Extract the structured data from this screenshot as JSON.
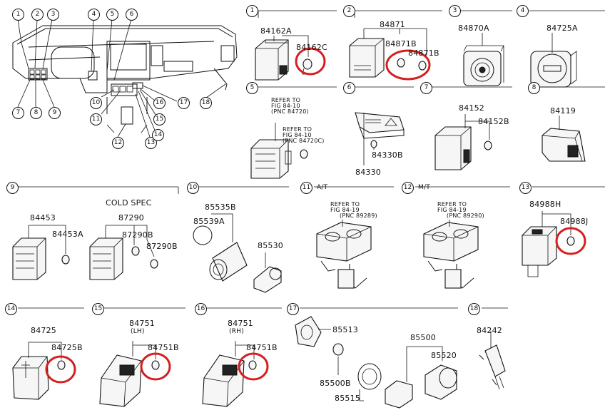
{
  "overview": {
    "callouts": [
      "1",
      "2",
      "3",
      "4",
      "5",
      "6",
      "7",
      "8",
      "9",
      "10",
      "11",
      "12",
      "13",
      "14",
      "15",
      "16",
      "17",
      "18"
    ]
  },
  "sections": [
    {
      "no": "1",
      "parts": [
        "84162A",
        "84162C"
      ]
    },
    {
      "no": "2",
      "parts": [
        "84871",
        "84871B",
        "84871B"
      ]
    },
    {
      "no": "3",
      "parts": [
        "84870A"
      ]
    },
    {
      "no": "4",
      "parts": [
        "84725A"
      ]
    },
    {
      "no": "5",
      "ref": [
        "REFER TO",
        "FIG 84-10",
        "(PNC 84720)",
        "REFER TO",
        "FIG 84-10",
        "(PNC 84720C)"
      ]
    },
    {
      "no": "6",
      "parts": [
        "84330B",
        "84330"
      ]
    },
    {
      "no": "7",
      "parts": [
        "84152",
        "84152B"
      ]
    },
    {
      "no": "8",
      "parts": [
        "84119"
      ]
    },
    {
      "no": "9",
      "parts": [
        "84453",
        "84453A",
        "87290",
        "87290B",
        "87290B"
      ],
      "note": "COLD SPEC"
    },
    {
      "no": "10",
      "parts": [
        "85535B",
        "85539A",
        "85530"
      ]
    },
    {
      "no": "11",
      "note": "A/T",
      "ref": [
        "REFER TO",
        "FIG 84-19",
        "(PNC 89289)"
      ]
    },
    {
      "no": "12",
      "note": "M/T",
      "ref": [
        "REFER TO",
        "FIG 84-19",
        "(PNC 89290)"
      ]
    },
    {
      "no": "13",
      "parts": [
        "84988H",
        "84988J"
      ]
    },
    {
      "no": "14",
      "parts": [
        "84725",
        "84725B"
      ]
    },
    {
      "no": "15",
      "parts": [
        "84751",
        "(LH)",
        "84751B"
      ]
    },
    {
      "no": "16",
      "parts": [
        "84751",
        "(RH)",
        "84751B"
      ]
    },
    {
      "no": "17",
      "parts": [
        "85513",
        "85500",
        "85520",
        "85500B",
        "85515"
      ]
    },
    {
      "no": "18",
      "parts": [
        "84242"
      ]
    }
  ],
  "highlight_color": "#d61f1f"
}
